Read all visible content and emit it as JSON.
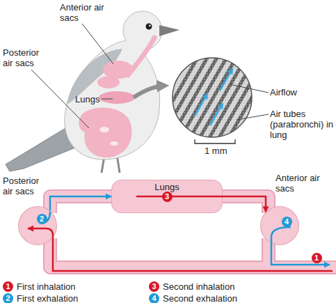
{
  "diagram": {
    "nodes": [
      {
        "text": [
          "Posterior air sacs"
        ]
      },
      {
        "text": [
          "Lungs"
        ]
      },
      {
        "text": [
          "Anterior air sacs"
        ]
      }
    ],
    "edges": [
      {
        "from": 0,
        "to": 1,
        "arrow": "to"
      },
      {
        "from": 1,
        "to": 2,
        "arrow": "to"
      }
    ],
    "labels": [
      "Anterior air sacs",
      "Posterior air sacs",
      "Lungs",
      "Airflow",
      "Air tubes (parabronchi) in lung",
      "1 mm",
      "2",
      "3",
      "4",
      "1",
      "1",
      "2",
      "3",
      "4"
    ],
    "legend": [
      {
        "text": "First inhalation",
        "color": "#d7182a"
      },
      {
        "text": "First exhalation",
        "color": "#1f9ad6"
      },
      {
        "text": "Second inhalation",
        "color": "#d7182a"
      },
      {
        "text": "Second exhalation",
        "color": "#1f9ad6"
      }
    ]
  }
}
